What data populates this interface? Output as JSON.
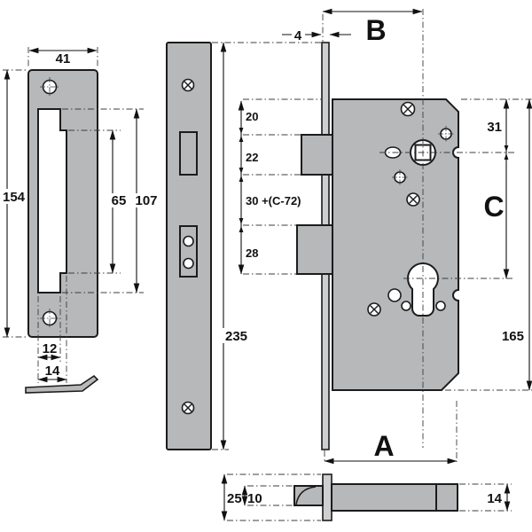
{
  "colors": {
    "metal_fill": "#b6b8ba",
    "faceplate_fill": "#cdcfd1",
    "line": "#1c1c1c",
    "background": "#ffffff"
  },
  "strike_plate": {
    "width": "41",
    "height": "154",
    "slot_height": "107",
    "slot_inner_height": "65",
    "slot_width": "12",
    "slot_step_width": "14"
  },
  "forend": {
    "height": "235"
  },
  "lock_case": {
    "faceplate_thickness": "4",
    "backset_label": "B",
    "stack": [
      "20",
      "22",
      "30 +(C-72)",
      "28"
    ],
    "top_to_spindle": "31",
    "centers_label": "C",
    "height": "165",
    "depth_label": "A"
  },
  "bottom_view": {
    "faceplate_width": "25",
    "latch_thickness": "10",
    "case_thickness": "14"
  }
}
